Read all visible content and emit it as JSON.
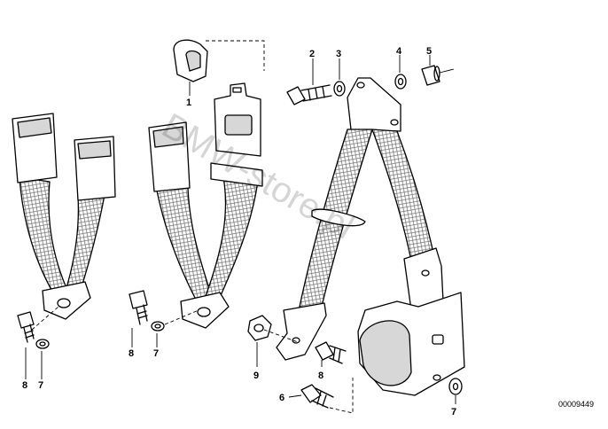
{
  "diagram": {
    "watermark": "BMW-store.pl",
    "drawing_number": "00009449",
    "part_labels": {
      "p1": "1",
      "p2": "2",
      "p3": "3",
      "p4": "4",
      "p5": "5",
      "p6": "6",
      "p7_left": "7",
      "p7_mid": "7",
      "p7_right": "7",
      "p8_left": "8",
      "p8_mid": "8",
      "p8_right": "8",
      "p9": "9"
    }
  }
}
